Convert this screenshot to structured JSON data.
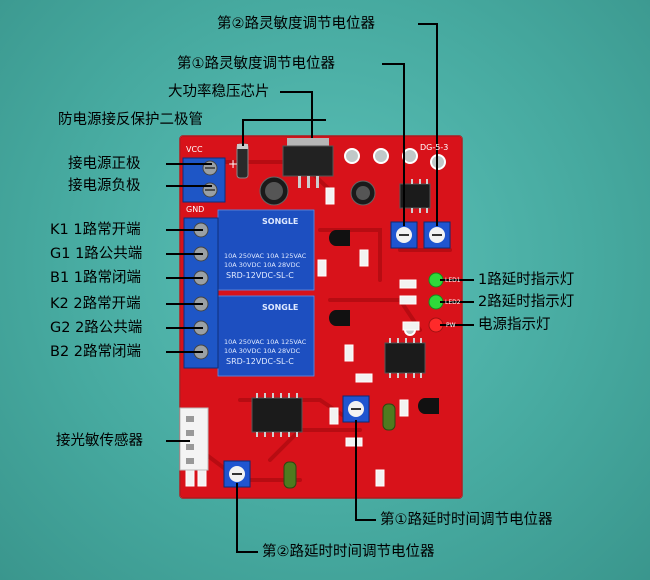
{
  "labels": {
    "pot2_sens": "第②路灵敏度调节电位器",
    "pot1_sens": "第①路灵敏度调节电位器",
    "regulator": "大功率稳压芯片",
    "diode": "防电源接反保护二极管",
    "vcc_pos": "接电源正极",
    "vcc_neg": "接电源负极",
    "k1": "K1 1路常开端",
    "g1": "G1 1路公共端",
    "b1": "B1 1路常闭端",
    "k2": "K2 2路常开端",
    "g2": "G2 2路公共端",
    "b2": "B2 2路常闭端",
    "sensor": "接光敏传感器",
    "led1": "1路延时指示灯",
    "led2": "2路延时指示灯",
    "pw": "电源指示灯",
    "pot1_delay": "第①路延时时间调节电位器",
    "pot2_delay": "第②路延时时间调节电位器"
  },
  "silkscreen": {
    "vcc": "VCC",
    "gnd": "GND",
    "model": "DG-5-3",
    "led1": "LED1",
    "led2": "LED2",
    "pw": "PW",
    "plus": "+"
  },
  "relay": {
    "brand": "SONGLE",
    "spec1": "10A 250VAC  10A 125VAC",
    "spec2": "10A 30VDC   10A 28VDC",
    "model": "SRD-12VDC-SL-C"
  },
  "colors": {
    "pcb": "#d8121a",
    "relay": "#1d4fc0",
    "terminal": "#1e56c6",
    "led_green": "#2fd93a",
    "led_red": "#ff2a2a"
  }
}
